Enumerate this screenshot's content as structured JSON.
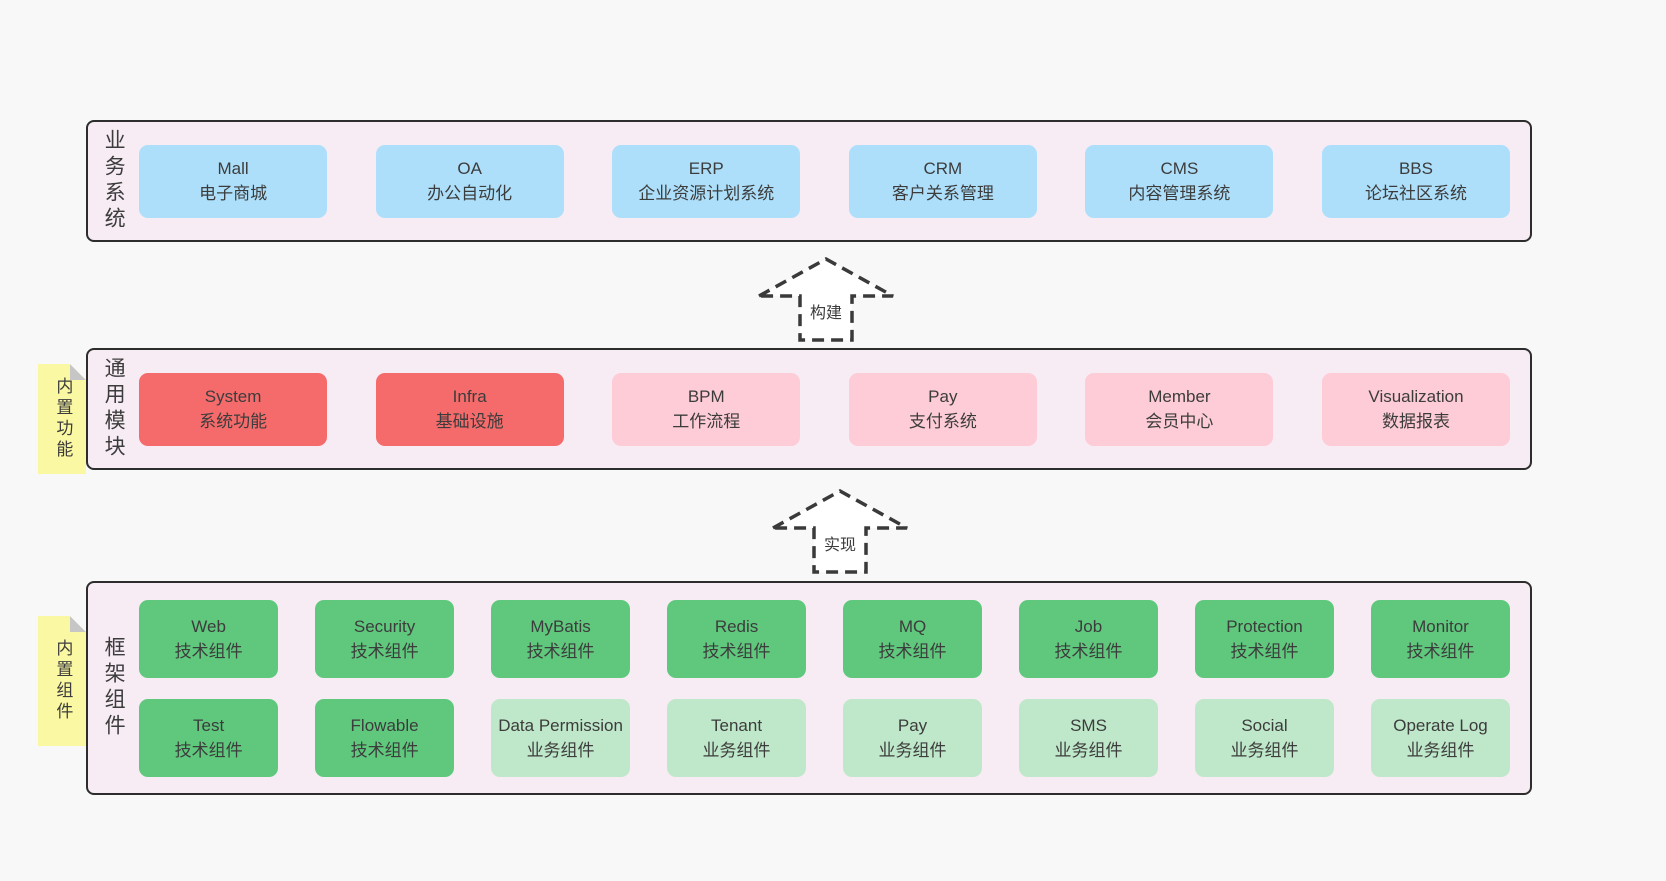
{
  "colors": {
    "background": "#f8f8f8",
    "panel_bg": "#f7ecf4",
    "panel_border": "#2d2d2d",
    "box_blue": "#addffa",
    "box_red": "#f56b6b",
    "box_pink": "#fdccd6",
    "box_green": "#5fc87d",
    "box_light_green": "#bfe8ca",
    "sticky_yellow": "#fbf8a3",
    "sticky_fold": "#c6c6c6",
    "text": "#3c3c3c"
  },
  "arrows": {
    "build": "构建",
    "implement": "实现"
  },
  "business": {
    "label": "业务系统",
    "boxes": [
      {
        "en": "Mall",
        "zh": "电子商城",
        "variant": "blue"
      },
      {
        "en": "OA",
        "zh": "办公自动化",
        "variant": "blue"
      },
      {
        "en": "ERP",
        "zh": "企业资源计划系统",
        "variant": "blue"
      },
      {
        "en": "CRM",
        "zh": "客户关系管理",
        "variant": "blue"
      },
      {
        "en": "CMS",
        "zh": "内容管理系统",
        "variant": "blue"
      },
      {
        "en": "BBS",
        "zh": "论坛社区系统",
        "variant": "blue"
      }
    ]
  },
  "modules": {
    "label": "通用模块",
    "tab": "内置功能",
    "boxes": [
      {
        "en": "System",
        "zh": "系统功能",
        "variant": "red"
      },
      {
        "en": "Infra",
        "zh": "基础设施",
        "variant": "red"
      },
      {
        "en": "BPM",
        "zh": "工作流程",
        "variant": "pink"
      },
      {
        "en": "Pay",
        "zh": "支付系统",
        "variant": "pink"
      },
      {
        "en": "Member",
        "zh": "会员中心",
        "variant": "pink"
      },
      {
        "en": "Visualization",
        "zh": "数据报表",
        "variant": "pink"
      }
    ]
  },
  "components": {
    "label": "框架组件",
    "tab": "内置组件",
    "row1": [
      {
        "en": "Web",
        "zh": "技术组件",
        "variant": "green"
      },
      {
        "en": "Security",
        "zh": "技术组件",
        "variant": "green"
      },
      {
        "en": "MyBatis",
        "zh": "技术组件",
        "variant": "green"
      },
      {
        "en": "Redis",
        "zh": "技术组件",
        "variant": "green"
      },
      {
        "en": "MQ",
        "zh": "技术组件",
        "variant": "green"
      },
      {
        "en": "Job",
        "zh": "技术组件",
        "variant": "green"
      },
      {
        "en": "Protection",
        "zh": "技术组件",
        "variant": "green"
      },
      {
        "en": "Monitor",
        "zh": "技术组件",
        "variant": "green"
      }
    ],
    "row2": [
      {
        "en": "Test",
        "zh": "技术组件",
        "variant": "green"
      },
      {
        "en": "Flowable",
        "zh": "技术组件",
        "variant": "green"
      },
      {
        "en": "Data Permission",
        "zh": "业务组件",
        "variant": "light-green"
      },
      {
        "en": "Tenant",
        "zh": "业务组件",
        "variant": "light-green"
      },
      {
        "en": "Pay",
        "zh": "业务组件",
        "variant": "light-green"
      },
      {
        "en": "SMS",
        "zh": "业务组件",
        "variant": "light-green"
      },
      {
        "en": "Social",
        "zh": "业务组件",
        "variant": "light-green"
      },
      {
        "en": "Operate Log",
        "zh": "业务组件",
        "variant": "light-green"
      }
    ]
  }
}
